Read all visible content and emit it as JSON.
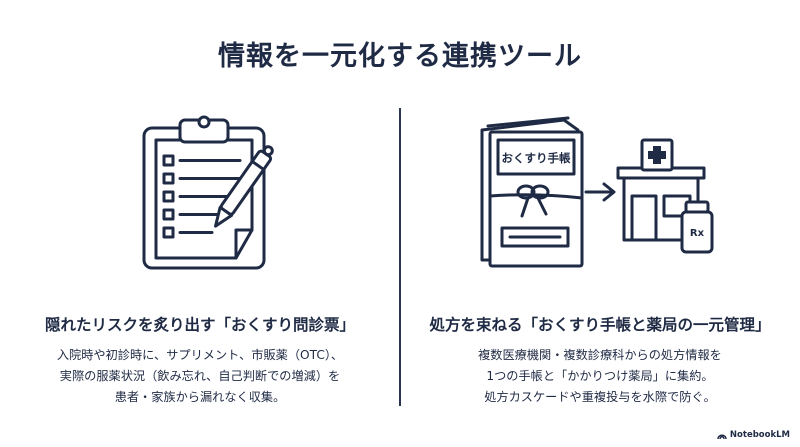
{
  "title": "情報を一元化する連携ツール",
  "left": {
    "heading": "隠れたリスクを炙り出す「おくすり問診票」",
    "body_lines": [
      "入院時や初診時に、サプリメント、市販薬（OTC）、",
      "実際の服薬状況（飲み忘れ、自己判断での増減）を",
      "患者・家族から漏れなく収集。"
    ],
    "icon": "clipboard-questionnaire-icon"
  },
  "right": {
    "heading": "処方を束ねる「おくすり手帳と薬局の一元管理」",
    "body_lines": [
      "複数医療機関・複数診療科からの処方情報を",
      "1つの手帳と「かかりつけ薬局」に集約。",
      "処方カスケードや重複投与を水際で防ぐ。"
    ],
    "notebook_label": "おくすり手帳",
    "bottle_label": "Rx",
    "icon": "medicine-notebook-to-pharmacy-icon"
  },
  "brand": "NotebookLM",
  "colors": {
    "ink": "#1f2a44",
    "background": "#ffffff"
  }
}
